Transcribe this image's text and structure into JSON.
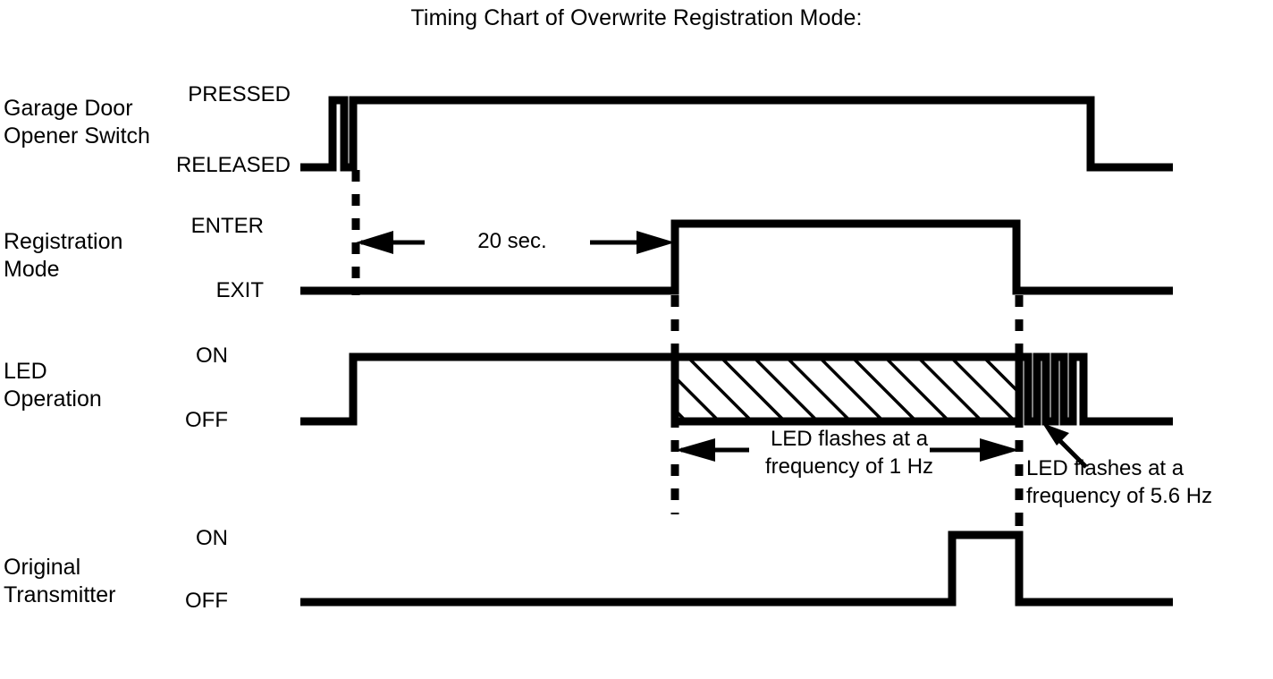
{
  "title": "Timing Chart of Overwrite Registration Mode:",
  "rows": [
    {
      "name": "Garage Door\nOpener Switch",
      "high_label": "PRESSED",
      "low_label": "RELEASED"
    },
    {
      "name": "Registration\nMode",
      "high_label": "ENTER",
      "low_label": "EXIT"
    },
    {
      "name": "LED\nOperation",
      "high_label": "ON",
      "low_label": "OFF"
    },
    {
      "name": "Original\nTransmitter",
      "high_label": "ON",
      "low_label": "OFF"
    }
  ],
  "annotations": {
    "duration": "20 sec.",
    "led_slow": "LED flashes at a\nfrequency of 1 Hz",
    "led_fast": "LED flashes at a\nfrequency of 5.6 Hz"
  },
  "colors": {
    "ink": "#000000",
    "paper": "#ffffff"
  },
  "chart_data": {
    "type": "line",
    "title": "Timing Chart of Overwrite Registration Mode:",
    "xlabel": "",
    "ylabel": "",
    "grid": false,
    "legend": "none",
    "series": [
      {
        "name": "Garage Door Opener Switch",
        "states": [
          "RELEASED",
          "PRESSED"
        ],
        "transitions": [
          {
            "x": 336,
            "level": "RELEASED"
          },
          {
            "x": 372,
            "level": "PRESSED"
          },
          {
            "x": 385,
            "level": "RELEASED"
          },
          {
            "x": 395,
            "level": "PRESSED"
          },
          {
            "x": 1220,
            "level": "RELEASED"
          },
          {
            "x": 1312,
            "level": "RELEASED"
          }
        ]
      },
      {
        "name": "Registration Mode",
        "states": [
          "EXIT",
          "ENTER"
        ],
        "transitions": [
          {
            "x": 336,
            "level": "EXIT"
          },
          {
            "x": 755,
            "level": "ENTER"
          },
          {
            "x": 1137,
            "level": "EXIT"
          },
          {
            "x": 1312,
            "level": "EXIT"
          }
        ]
      },
      {
        "name": "LED Operation",
        "states": [
          "OFF",
          "ON"
        ],
        "transitions": [
          {
            "x": 336,
            "level": "OFF"
          },
          {
            "x": 395,
            "level": "ON"
          },
          {
            "x": 755,
            "level": "FLASHING_1HZ"
          },
          {
            "x": 1140,
            "level": "FLASHING_5.6HZ"
          },
          {
            "x": 1212,
            "level": "OFF"
          },
          {
            "x": 1312,
            "level": "OFF"
          }
        ],
        "fast_pulses": [
          {
            "x0": 1140,
            "x1": 1150
          },
          {
            "x0": 1160,
            "x1": 1170
          },
          {
            "x0": 1180,
            "x1": 1190
          },
          {
            "x0": 1200,
            "x1": 1212
          }
        ]
      },
      {
        "name": "Original Transmitter",
        "states": [
          "OFF",
          "ON"
        ],
        "transitions": [
          {
            "x": 336,
            "level": "OFF"
          },
          {
            "x": 1065,
            "level": "ON"
          },
          {
            "x": 1140,
            "level": "OFF"
          },
          {
            "x": 1312,
            "level": "OFF"
          }
        ]
      }
    ],
    "markers": [
      {
        "name": "press-marker",
        "x": 398,
        "style": "dashed-vertical"
      },
      {
        "name": "enter-marker",
        "x": 755,
        "style": "dashed-vertical"
      },
      {
        "name": "exit-marker",
        "x": 1140,
        "style": "dashed-vertical"
      }
    ],
    "measurements": [
      {
        "label": "20 sec.",
        "from_x": 398,
        "to_x": 755,
        "value": 20,
        "unit": "sec"
      },
      {
        "label": "LED flashes at a frequency of 1 Hz",
        "from_x": 755,
        "to_x": 1140,
        "value": 1,
        "unit": "Hz"
      },
      {
        "label": "LED flashes at a frequency of 5.6 Hz",
        "from_x": 1140,
        "to_x": 1212,
        "value": 5.6,
        "unit": "Hz"
      }
    ]
  }
}
